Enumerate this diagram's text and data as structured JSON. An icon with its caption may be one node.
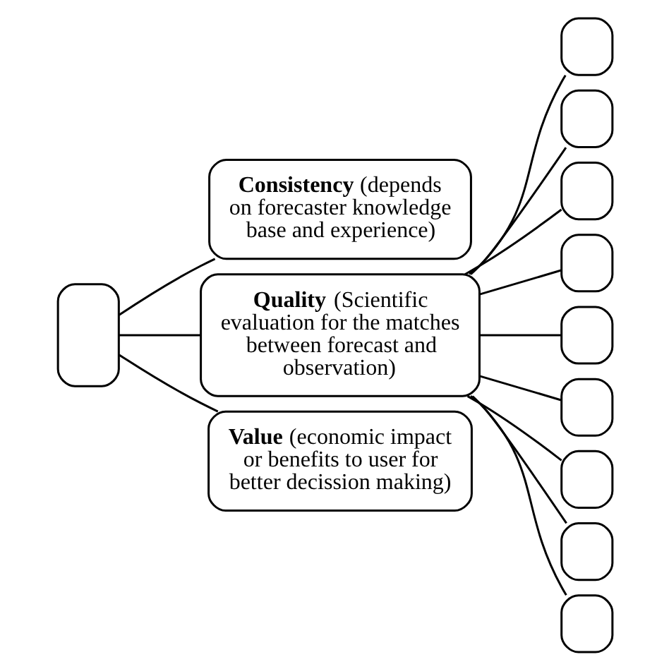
{
  "diagram": {
    "nodes": [
      {
        "text": [],
        "shape": "box"
      },
      {
        "text": [
          "**Consistency** (depends on forecaster knowledge base and experience)"
        ]
      },
      {
        "text": [
          "**Quality** (Scientific evaluation for the matches between forecast and observation)"
        ]
      },
      {
        "text": [
          "**Value** (economic impact or benefits to user for better decission making)"
        ]
      },
      {
        "text": [],
        "shape": "box"
      },
      {
        "text": [],
        "shape": "box"
      },
      {
        "text": [],
        "shape": "box"
      },
      {
        "text": [],
        "shape": "box"
      },
      {
        "text": [],
        "shape": "box"
      },
      {
        "text": [],
        "shape": "box"
      },
      {
        "text": [],
        "shape": "box"
      },
      {
        "text": [],
        "shape": "box"
      },
      {
        "text": [],
        "shape": "box"
      }
    ],
    "edges": [
      {
        "from": 0,
        "to": 1,
        "arrow": "none"
      },
      {
        "from": 0,
        "to": 2,
        "arrow": "none"
      },
      {
        "from": 0,
        "to": 3,
        "arrow": "none"
      },
      {
        "from": 2,
        "to": 4,
        "arrow": "none"
      },
      {
        "from": 2,
        "to": 5,
        "arrow": "none"
      },
      {
        "from": 2,
        "to": 6,
        "arrow": "none"
      },
      {
        "from": 2,
        "to": 7,
        "arrow": "none"
      },
      {
        "from": 2,
        "to": 8,
        "arrow": "none"
      },
      {
        "from": 2,
        "to": 9,
        "arrow": "none"
      },
      {
        "from": 2,
        "to": 10,
        "arrow": "none"
      },
      {
        "from": 2,
        "to": 11,
        "arrow": "none"
      },
      {
        "from": 2,
        "to": 12,
        "arrow": "none"
      }
    ]
  }
}
